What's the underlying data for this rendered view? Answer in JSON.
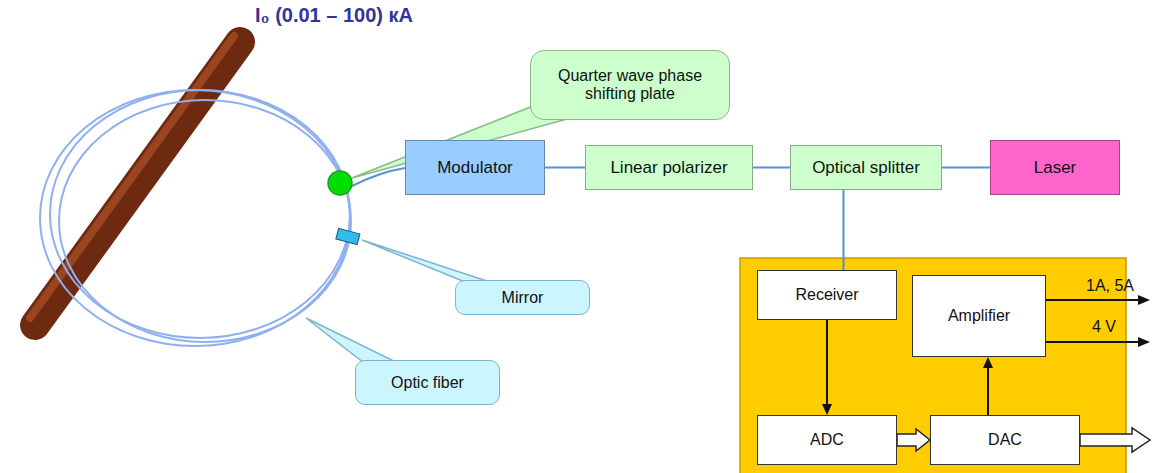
{
  "diagram": {
    "nodes": [
      {
        "text": [
          "Quarter wave phase shifting plate"
        ]
      },
      {
        "text": [
          "Modulator"
        ]
      },
      {
        "text": [
          "Linear polarizer"
        ]
      },
      {
        "text": [
          "Optical splitter"
        ]
      },
      {
        "text": [
          "Laser"
        ]
      },
      {
        "text": [
          "Mirror"
        ]
      },
      {
        "text": [
          "Optic fiber"
        ]
      },
      {
        "text": [
          "Receiver"
        ]
      },
      {
        "text": [
          "Amplifier"
        ]
      },
      {
        "text": [
          "ADC"
        ]
      },
      {
        "text": [
          "DAC"
        ]
      }
    ],
    "edges": [
      {
        "from": 1,
        "to": 2,
        "arrow": "none"
      },
      {
        "from": 2,
        "to": 3,
        "arrow": "none"
      },
      {
        "from": 3,
        "to": 4,
        "arrow": "none"
      },
      {
        "from": 3,
        "to": 7,
        "arrow": "none"
      },
      {
        "from": 7,
        "to": 9,
        "arrow": "to"
      },
      {
        "from": 9,
        "to": 10,
        "arrow": "to"
      },
      {
        "from": 10,
        "to": 8,
        "arrow": "to"
      }
    ],
    "labels": [
      "I₀ (0.01 – 100) кА",
      "1A, 5A",
      "4 V"
    ]
  }
}
